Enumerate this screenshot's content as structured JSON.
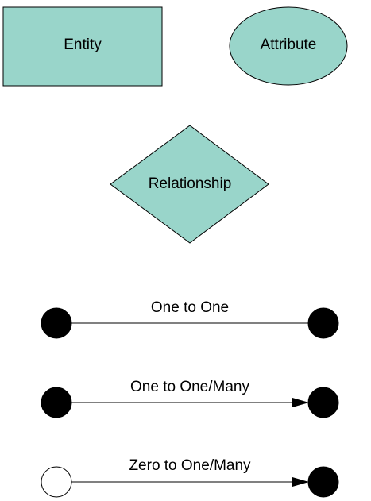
{
  "shapes": {
    "entity_label": "Entity",
    "attribute_label": "Attribute",
    "relationship_label": "Relationship"
  },
  "connectors": [
    {
      "label": "One to One",
      "start": "filled",
      "end": "filled",
      "arrow": false
    },
    {
      "label": "One to One/Many",
      "start": "filled",
      "end": "filled",
      "arrow": true
    },
    {
      "label": "Zero to One/Many",
      "start": "hollow",
      "end": "filled",
      "arrow": true
    }
  ],
  "colors": {
    "shape_fill": "#99d5ca",
    "stroke": "#000000",
    "dot_fill": "#000000",
    "hollow_fill": "#ffffff"
  }
}
